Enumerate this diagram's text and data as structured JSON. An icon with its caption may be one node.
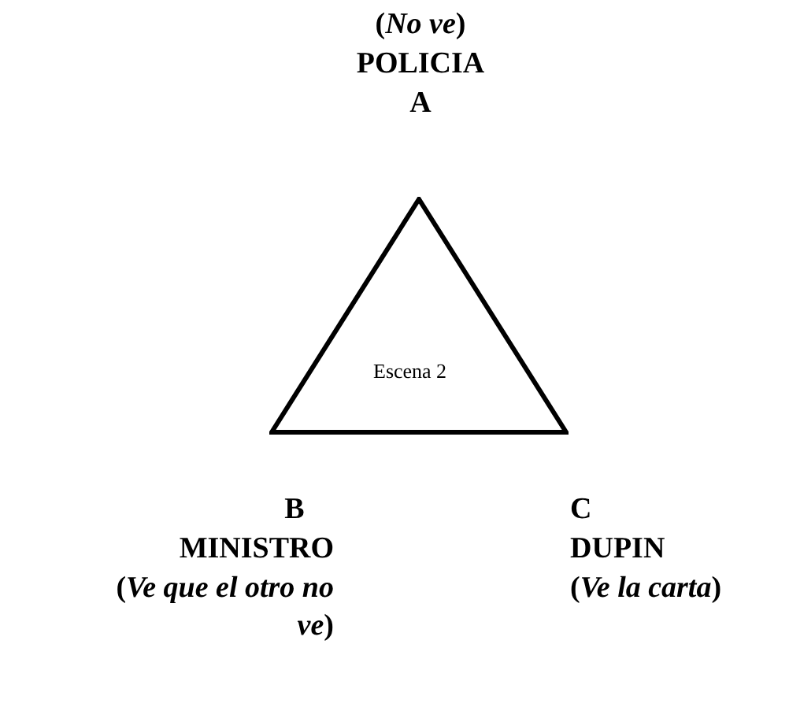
{
  "diagram": {
    "nodes": [
      {
        "text": [
          "Escena 2"
        ]
      }
    ],
    "edges": [],
    "labels": [
      "(*No ve*)",
      "POLICIA",
      "A",
      "B",
      "MINISTRO",
      "(*Ve que el otro no ve*)",
      "C",
      "DUPIN",
      "(*Ve la carta*)"
    ]
  }
}
